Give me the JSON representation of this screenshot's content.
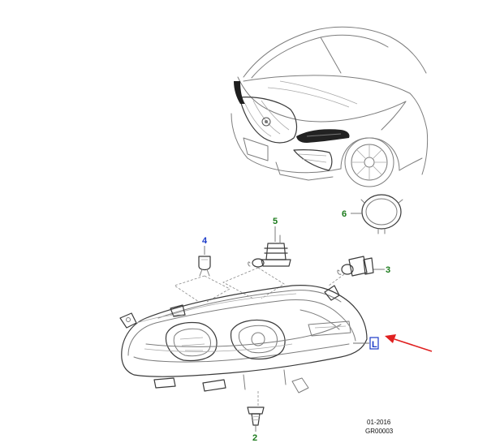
{
  "callouts": [
    {
      "id": "callout-2",
      "label": "2",
      "color": "#1a7a1a"
    },
    {
      "id": "callout-3",
      "label": "3",
      "color": "#1a7a1a"
    },
    {
      "id": "callout-4",
      "label": "4",
      "color": "#1a3ac8"
    },
    {
      "id": "callout-5",
      "label": "5",
      "color": "#1a7a1a"
    },
    {
      "id": "callout-6",
      "label": "6",
      "color": "#1a7a1a"
    }
  ],
  "headlamp_label": {
    "text": "L",
    "color": "#1a3ac8"
  },
  "arrow_color": "#e02020",
  "footer": {
    "date": "01-2016",
    "code": "GR00003"
  }
}
